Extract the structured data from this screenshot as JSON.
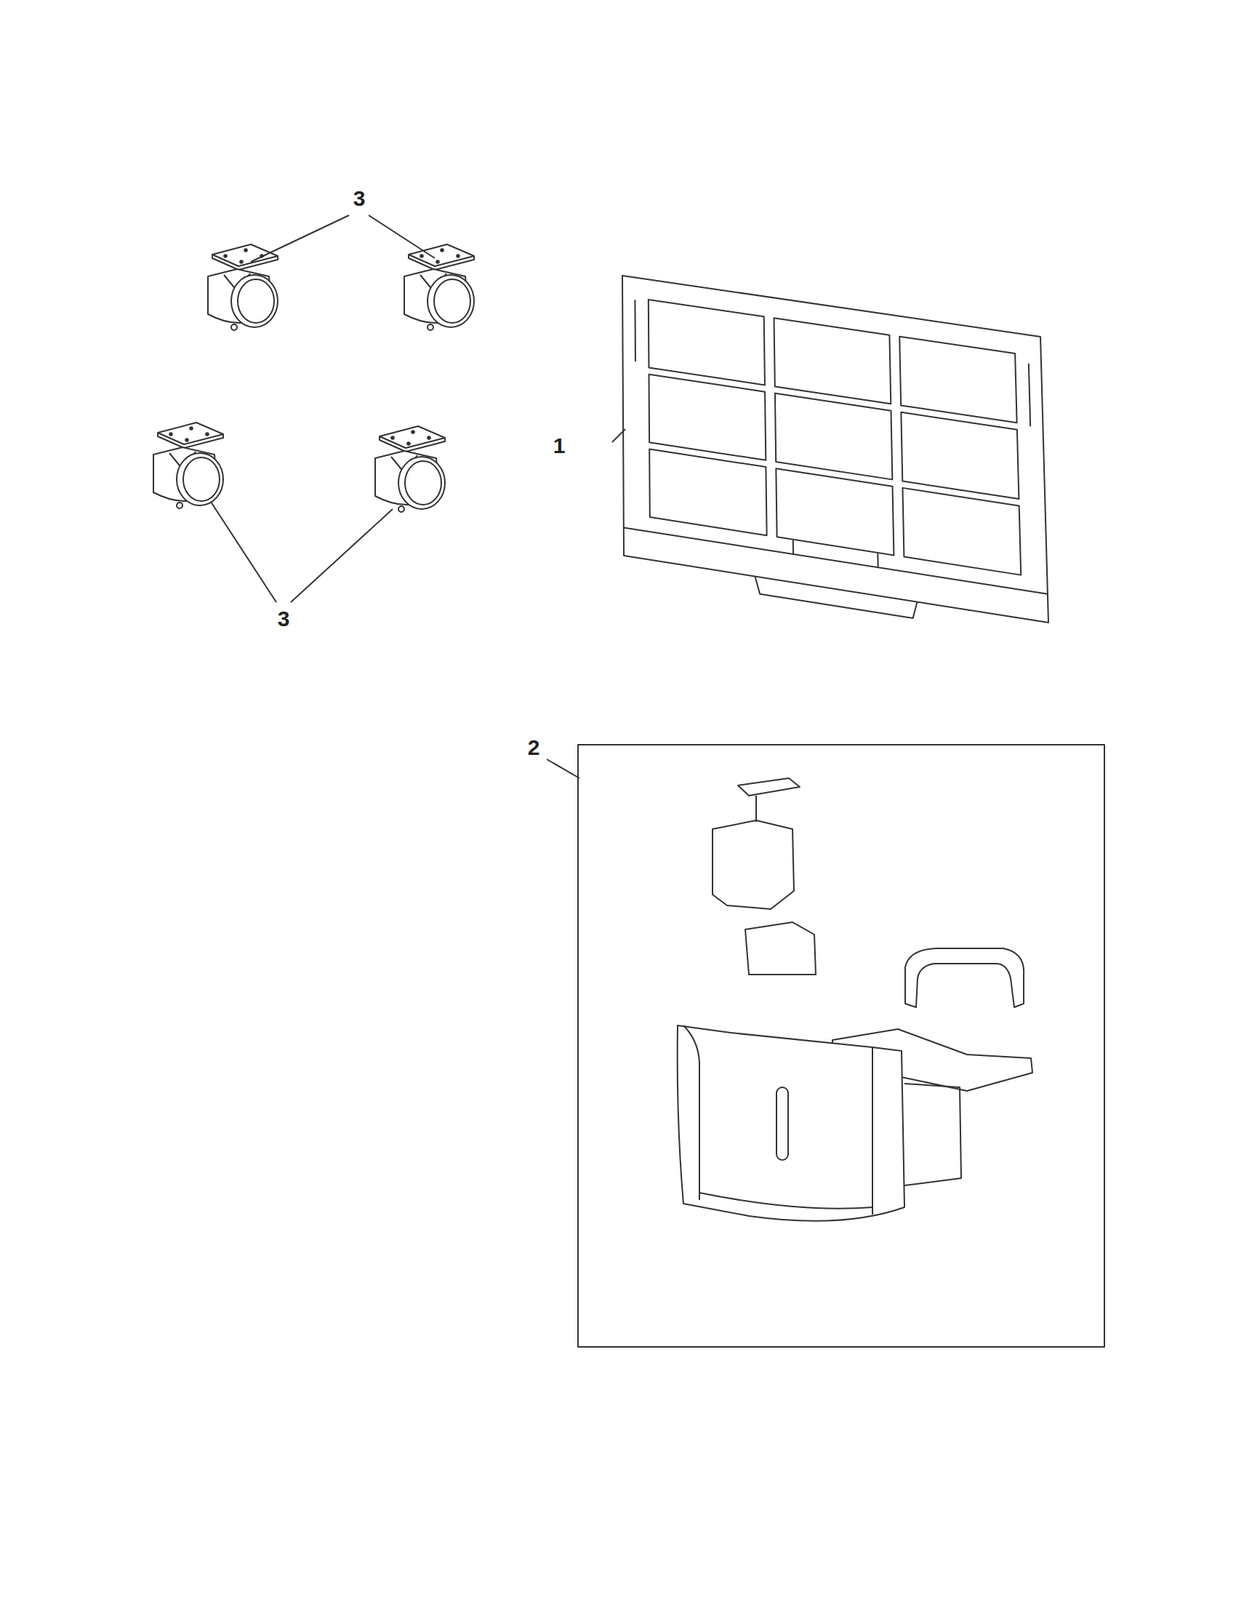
{
  "diagram": {
    "labels": [
      "3",
      "1",
      "3",
      "2"
    ]
  }
}
